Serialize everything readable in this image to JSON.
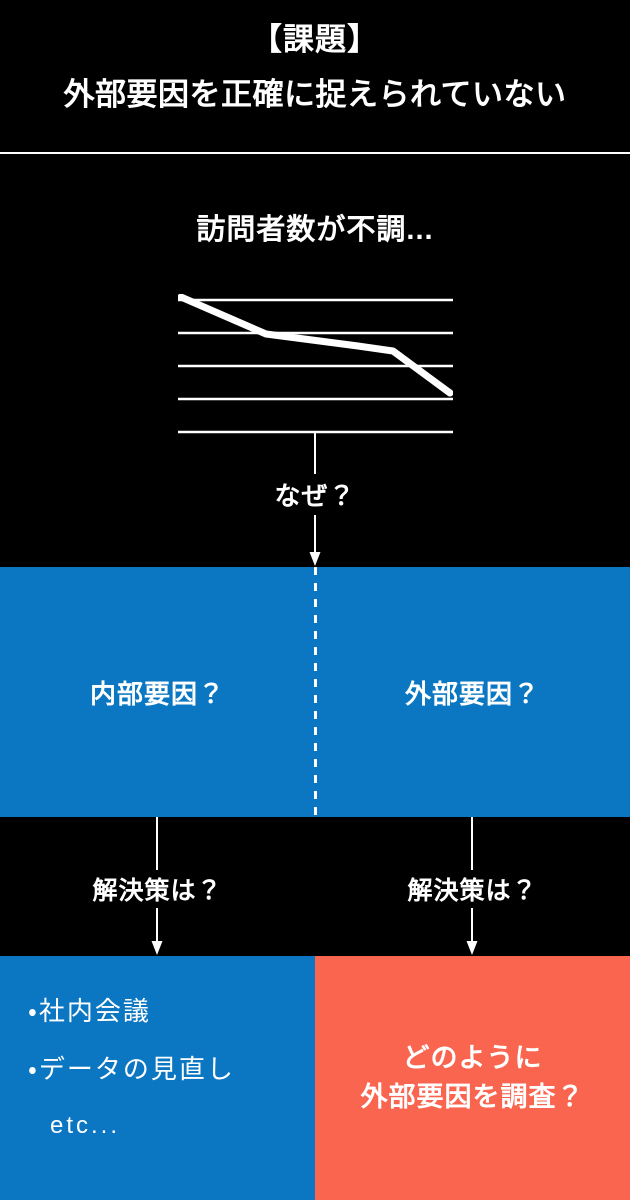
{
  "header": {
    "bracket_title": "【課題】",
    "subtitle": "外部要因を正確に捉えられていない"
  },
  "chart_section": {
    "title": "訪問者数が不調...",
    "why_label": "なぜ？"
  },
  "chart_data": {
    "type": "line",
    "title": "訪問者数が不調...",
    "xlabel": "",
    "ylabel": "",
    "x": [
      0,
      1,
      2,
      3,
      4
    ],
    "values": [
      100,
      72,
      63,
      58,
      25
    ],
    "series": [
      {
        "name": "訪問者数",
        "values": [
          100,
          72,
          63,
          58,
          25
        ],
        "color": "#ffffff"
      }
    ],
    "ylim": [
      0,
      110
    ],
    "grid": true,
    "gridlines": 5,
    "legend": "none",
    "axis_labels_shown": false,
    "line_color": "#ffffff",
    "line_width": 6,
    "trend": "decreasing"
  },
  "factors": {
    "internal_label": "内部要因？",
    "external_label": "外部要因？",
    "band_color": "#0b77c2",
    "divider_style": "dashed"
  },
  "solutions": {
    "left_label": "解決策は？",
    "right_label": "解決策は？"
  },
  "answers": {
    "internal": {
      "bullets": [
        "・社内会議",
        "・データの見直し"
      ],
      "etc": "etc...",
      "background": "#0b77c2"
    },
    "external": {
      "line1": "どのように",
      "line2": "外部要因を調査？",
      "background": "#fa6550"
    }
  },
  "colors": {
    "background": "#000000",
    "text": "#ffffff",
    "blue": "#0b77c2",
    "coral": "#fa6550"
  }
}
